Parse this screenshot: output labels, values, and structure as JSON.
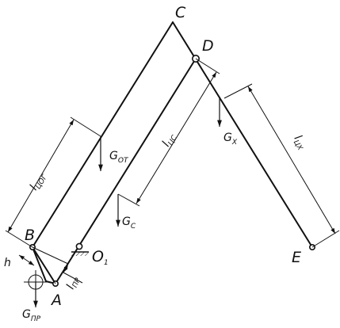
{
  "diagram": {
    "points": {
      "C": "C",
      "D": "D",
      "B": "B",
      "A": "A",
      "E": "E",
      "O": "O",
      "O_sub": "1"
    },
    "dimensions": {
      "l_cog": {
        "main": "l",
        "sub": "ЦОГ"
      },
      "l_cs": {
        "main": "l",
        "sub": "ЦС"
      },
      "l_cx": {
        "main": "l",
        "sub": "ЦХ"
      },
      "l_pr": {
        "main": "l",
        "sub": "ПР"
      },
      "h": {
        "main": "h"
      }
    },
    "forces": {
      "G_ot": {
        "main": "G",
        "sub": "ОТ"
      },
      "G_c": {
        "main": "G",
        "sub": "С"
      },
      "G_x": {
        "main": "G",
        "sub": "Х"
      },
      "G_pr": {
        "main": "G",
        "sub": "ПР"
      }
    },
    "colors": {
      "ink": "#111111",
      "background": "#ffffff"
    }
  }
}
